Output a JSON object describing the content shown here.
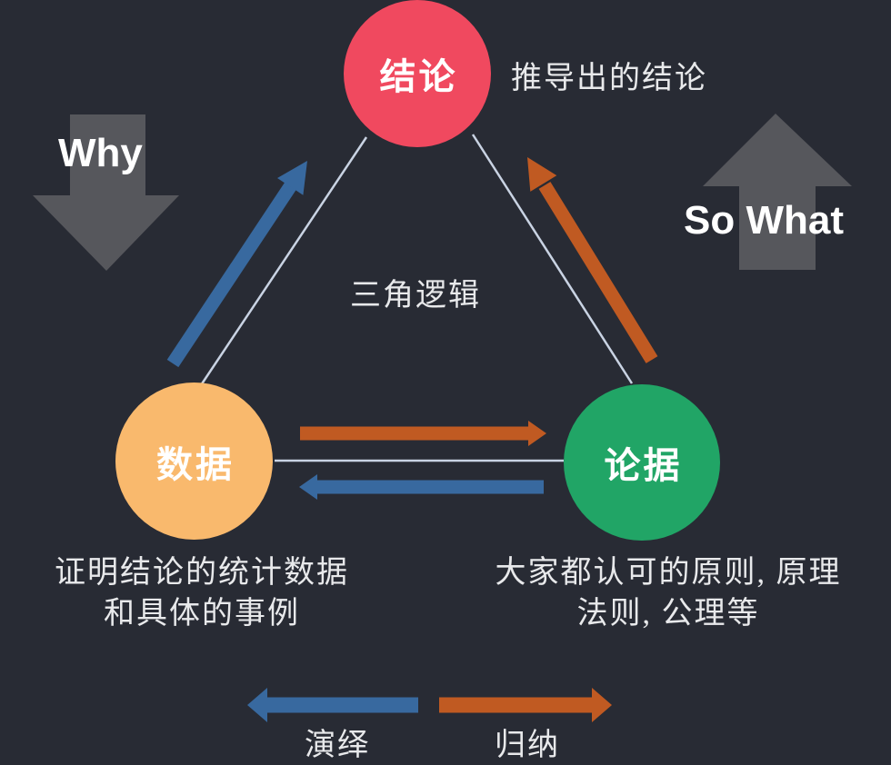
{
  "title": "三角逻辑",
  "nodes": {
    "conclusion": {
      "label": "结论",
      "note": "推导出的结论"
    },
    "data": {
      "label": "数据",
      "note_line1": "证明结论的统计数据",
      "note_line2": "和具体的事例"
    },
    "evidence": {
      "label": "论据",
      "note_line1": "大家都认可的原则, 原理",
      "note_line2": "法则, 公理等"
    }
  },
  "directions": {
    "why": "Why",
    "so_what": "So What"
  },
  "legend": {
    "deduction": "演绎",
    "induction": "归纳"
  },
  "colors": {
    "bg": "#282B34",
    "node-red": "#F0495F",
    "node-orange": "#F9B96D",
    "node-green": "#21A566",
    "arrow-blue": "#38699F",
    "arrow-rust": "#C05A22",
    "block-gray": "#56575C",
    "edge-line": "#C9D3E3",
    "ink": "#E8E9EB",
    "white": "#FFFFFF"
  }
}
